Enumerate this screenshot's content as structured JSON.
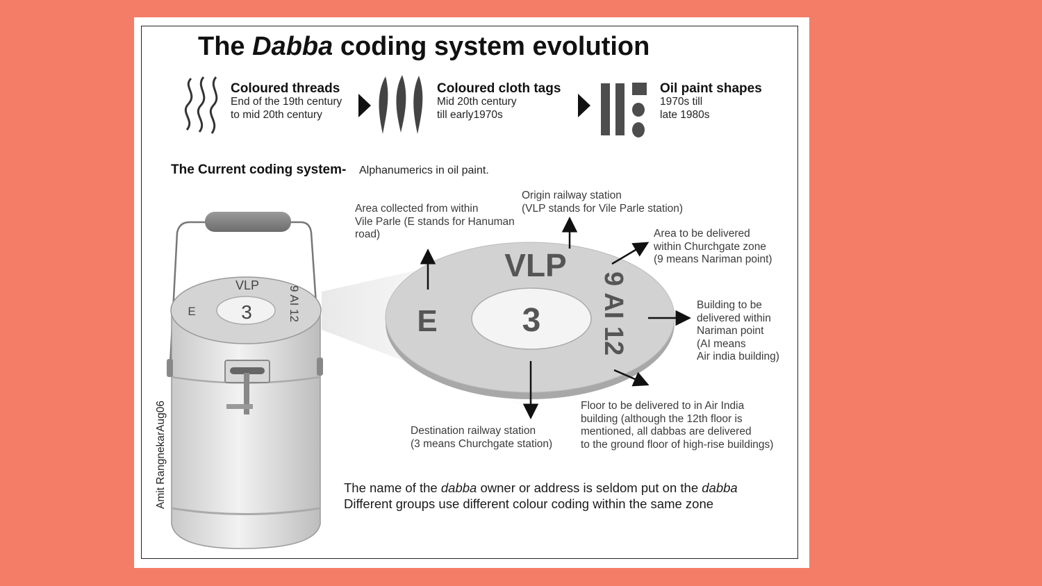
{
  "title": {
    "prefix": "The ",
    "italic": "Dabba",
    "suffix": " coding system evolution"
  },
  "stages": [
    {
      "title": "Coloured threads",
      "line1": "End of the 19th century",
      "line2": "to mid 20th century"
    },
    {
      "title": "Coloured cloth tags",
      "line1": "Mid 20th century",
      "line2": "till early1970s"
    },
    {
      "title": "Oil paint shapes",
      "line1": "1970s till",
      "line2": "late 1980s"
    }
  ],
  "current": {
    "label": "The Current coding system-",
    "note": "Alphanumerics in oil paint."
  },
  "lid": {
    "top_code": "VLP",
    "left_code": "E",
    "center_code": "3",
    "right_code": "9 AI 12"
  },
  "annotations": {
    "area": [
      "Area collected from within",
      "Vile Parle (E stands for Hanuman",
      "road)"
    ],
    "origin": [
      "Origin railway station",
      "(VLP stands for Vile Parle station)"
    ],
    "zone": [
      "Area to be delivered",
      "within Churchgate zone",
      "(9 means Nariman point)"
    ],
    "building": [
      "Building to be",
      "delivered within",
      "Nariman point",
      "(AI means",
      "Air india building)"
    ],
    "destination": [
      "Destination railway station",
      "(3 means Churchgate station)"
    ],
    "floor": [
      "Floor  to be delivered  to in Air India",
      "building  (although the 12th floor is",
      "mentioned, all dabbas are delivered",
      "to the ground floor of high-rise buildings)"
    ]
  },
  "bottom": {
    "line1_a": "The name of the ",
    "line1_b": "dabba",
    "line1_c": " owner or address is seldom put on the ",
    "line1_d": "dabba",
    "line2": "Different groups use different colour coding within the same zone"
  },
  "credit": "Amit RangnekarAug06"
}
